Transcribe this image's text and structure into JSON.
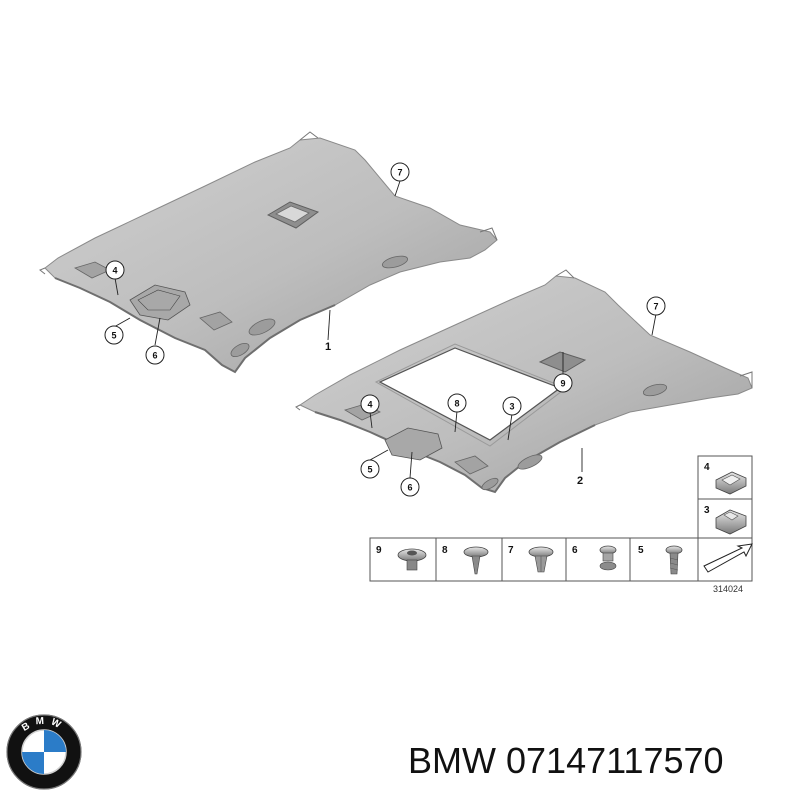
{
  "diagram": {
    "callouts_upper": [
      "7",
      "4",
      "5",
      "6",
      "1"
    ],
    "callouts_lower": [
      "7",
      "9",
      "4",
      "8",
      "3",
      "5",
      "6",
      "2"
    ],
    "parts_row": [
      "9",
      "8",
      "7",
      "6",
      "5"
    ],
    "parts_side": [
      "4",
      "3"
    ],
    "reference_number": "314024"
  },
  "logo": {
    "letters": "BMW",
    "colors": {
      "blue": "#2b7cc8",
      "white": "#ffffff",
      "ring": "#111111"
    }
  },
  "caption": {
    "brand": "BMW",
    "part_number": "07147117570"
  },
  "colors": {
    "headliner_fill": "#b9b9b9",
    "headliner_edge": "#8a8a8a",
    "line": "#222222"
  }
}
